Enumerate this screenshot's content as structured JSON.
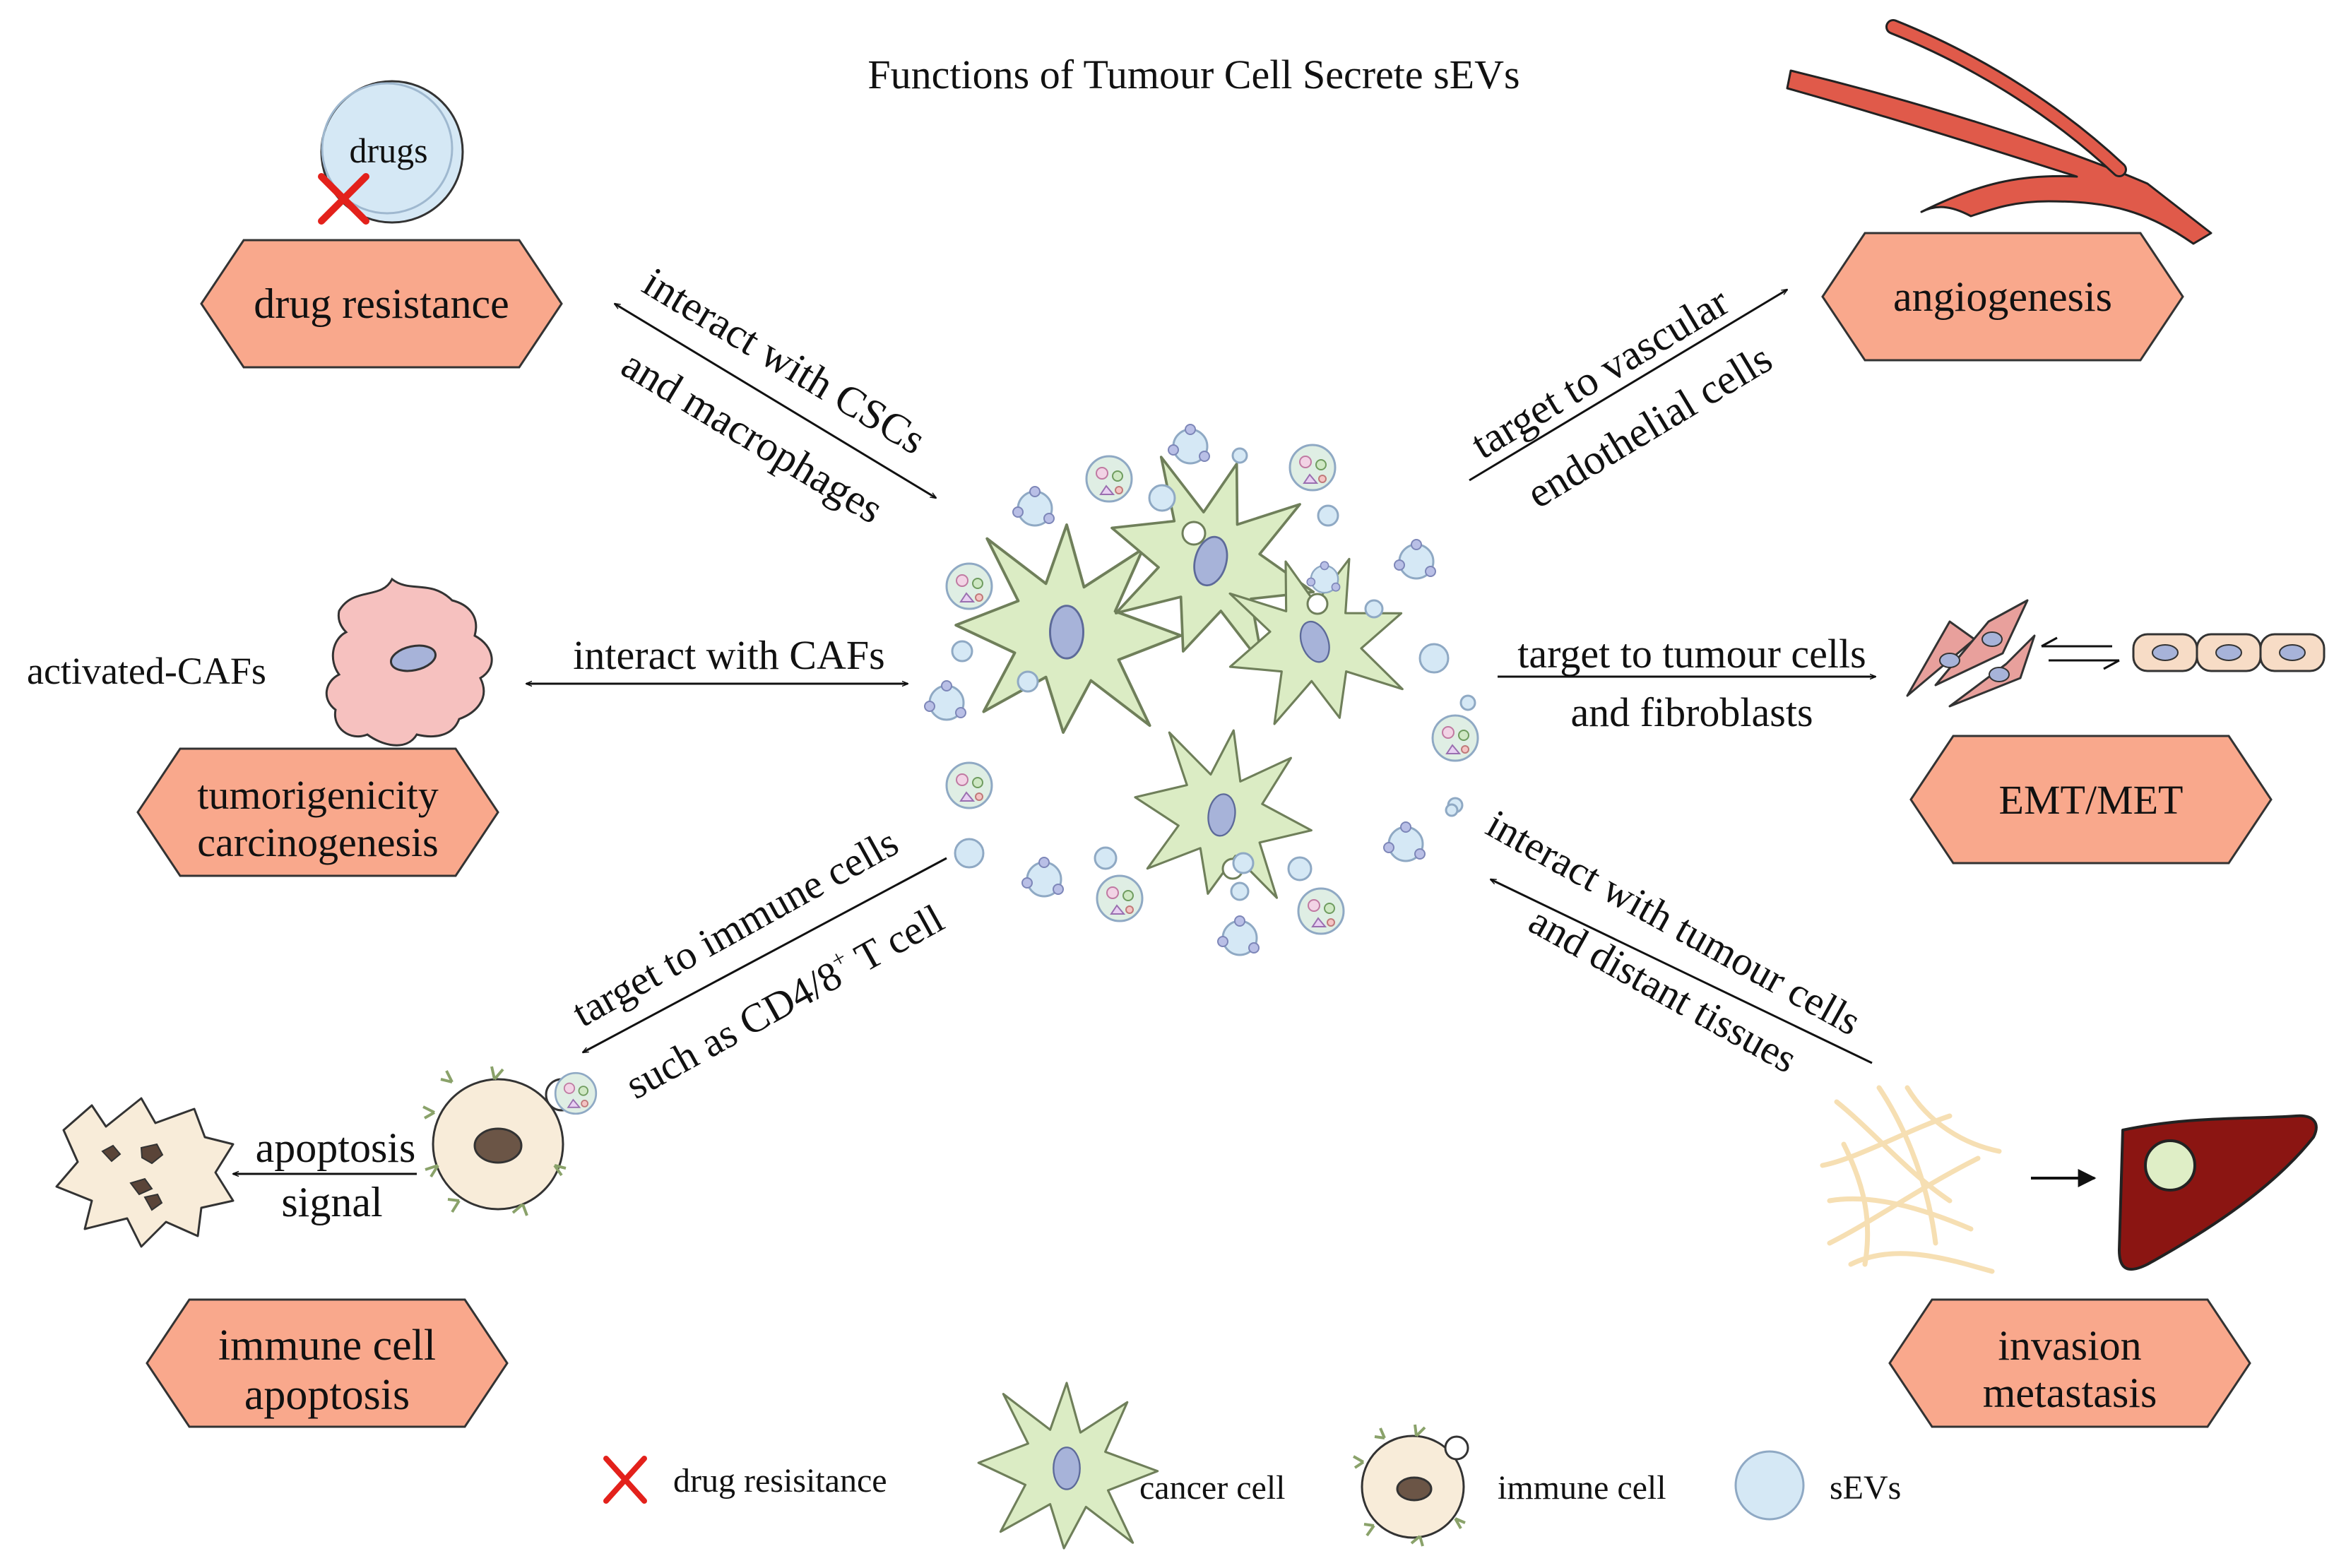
{
  "title": "Functions of Tumour Cell Secrete sEVs",
  "colors": {
    "hexagon_fill": "#f9a88c",
    "hexagon_stroke": "#333333",
    "cancer_cell": "#dbecc4",
    "cancer_nucleus": "#a7b3d9",
    "sev": "#d5e8f5",
    "vessel": "#e05a4a",
    "liver": "#8b1512",
    "caf": "#f6c1bf",
    "immune_cell": "#f8ecd9",
    "fiber": "#f6dfb3",
    "cross": "#e3211b"
  },
  "functions": {
    "drug_resistance": "drug resistance",
    "angiogenesis": "angiogenesis",
    "tumorigenicity_line1": "tumorigenicity",
    "tumorigenicity_line2": "carcinogenesis",
    "emt": "EMT/MET",
    "immune_apoptosis_line1": "immune cell",
    "immune_apoptosis_line2": "apoptosis",
    "invasion_line1": "invasion",
    "invasion_line2": "metastasis"
  },
  "arrows": {
    "csc_line1": "interact with CSCs",
    "csc_line2": "and macrophages",
    "vascular_line1": "target to vascular",
    "vascular_line2": "endothelial cells",
    "cafs": "interact with CAFs",
    "tumour_fibro_line1": "target to tumour cells",
    "tumour_fibro_line2": "and fibroblasts",
    "immune_line1": "target to immune cells",
    "immune_line2_a": "such as CD4/8",
    "immune_line2_sup": "+",
    "immune_line2_b": " T cell",
    "distant_line1": "interact with tumour cells",
    "distant_line2": "and distant tissues"
  },
  "labels": {
    "drugs": "drugs",
    "activated_cafs": "activated-CAFs",
    "apoptosis_line1": "apoptosis",
    "apoptosis_line2": "signal"
  },
  "legend": {
    "drug_resistance": "drug resisitance",
    "cancer_cell": "cancer cell",
    "immune_cell": "immune cell",
    "sevs": "sEVs"
  }
}
